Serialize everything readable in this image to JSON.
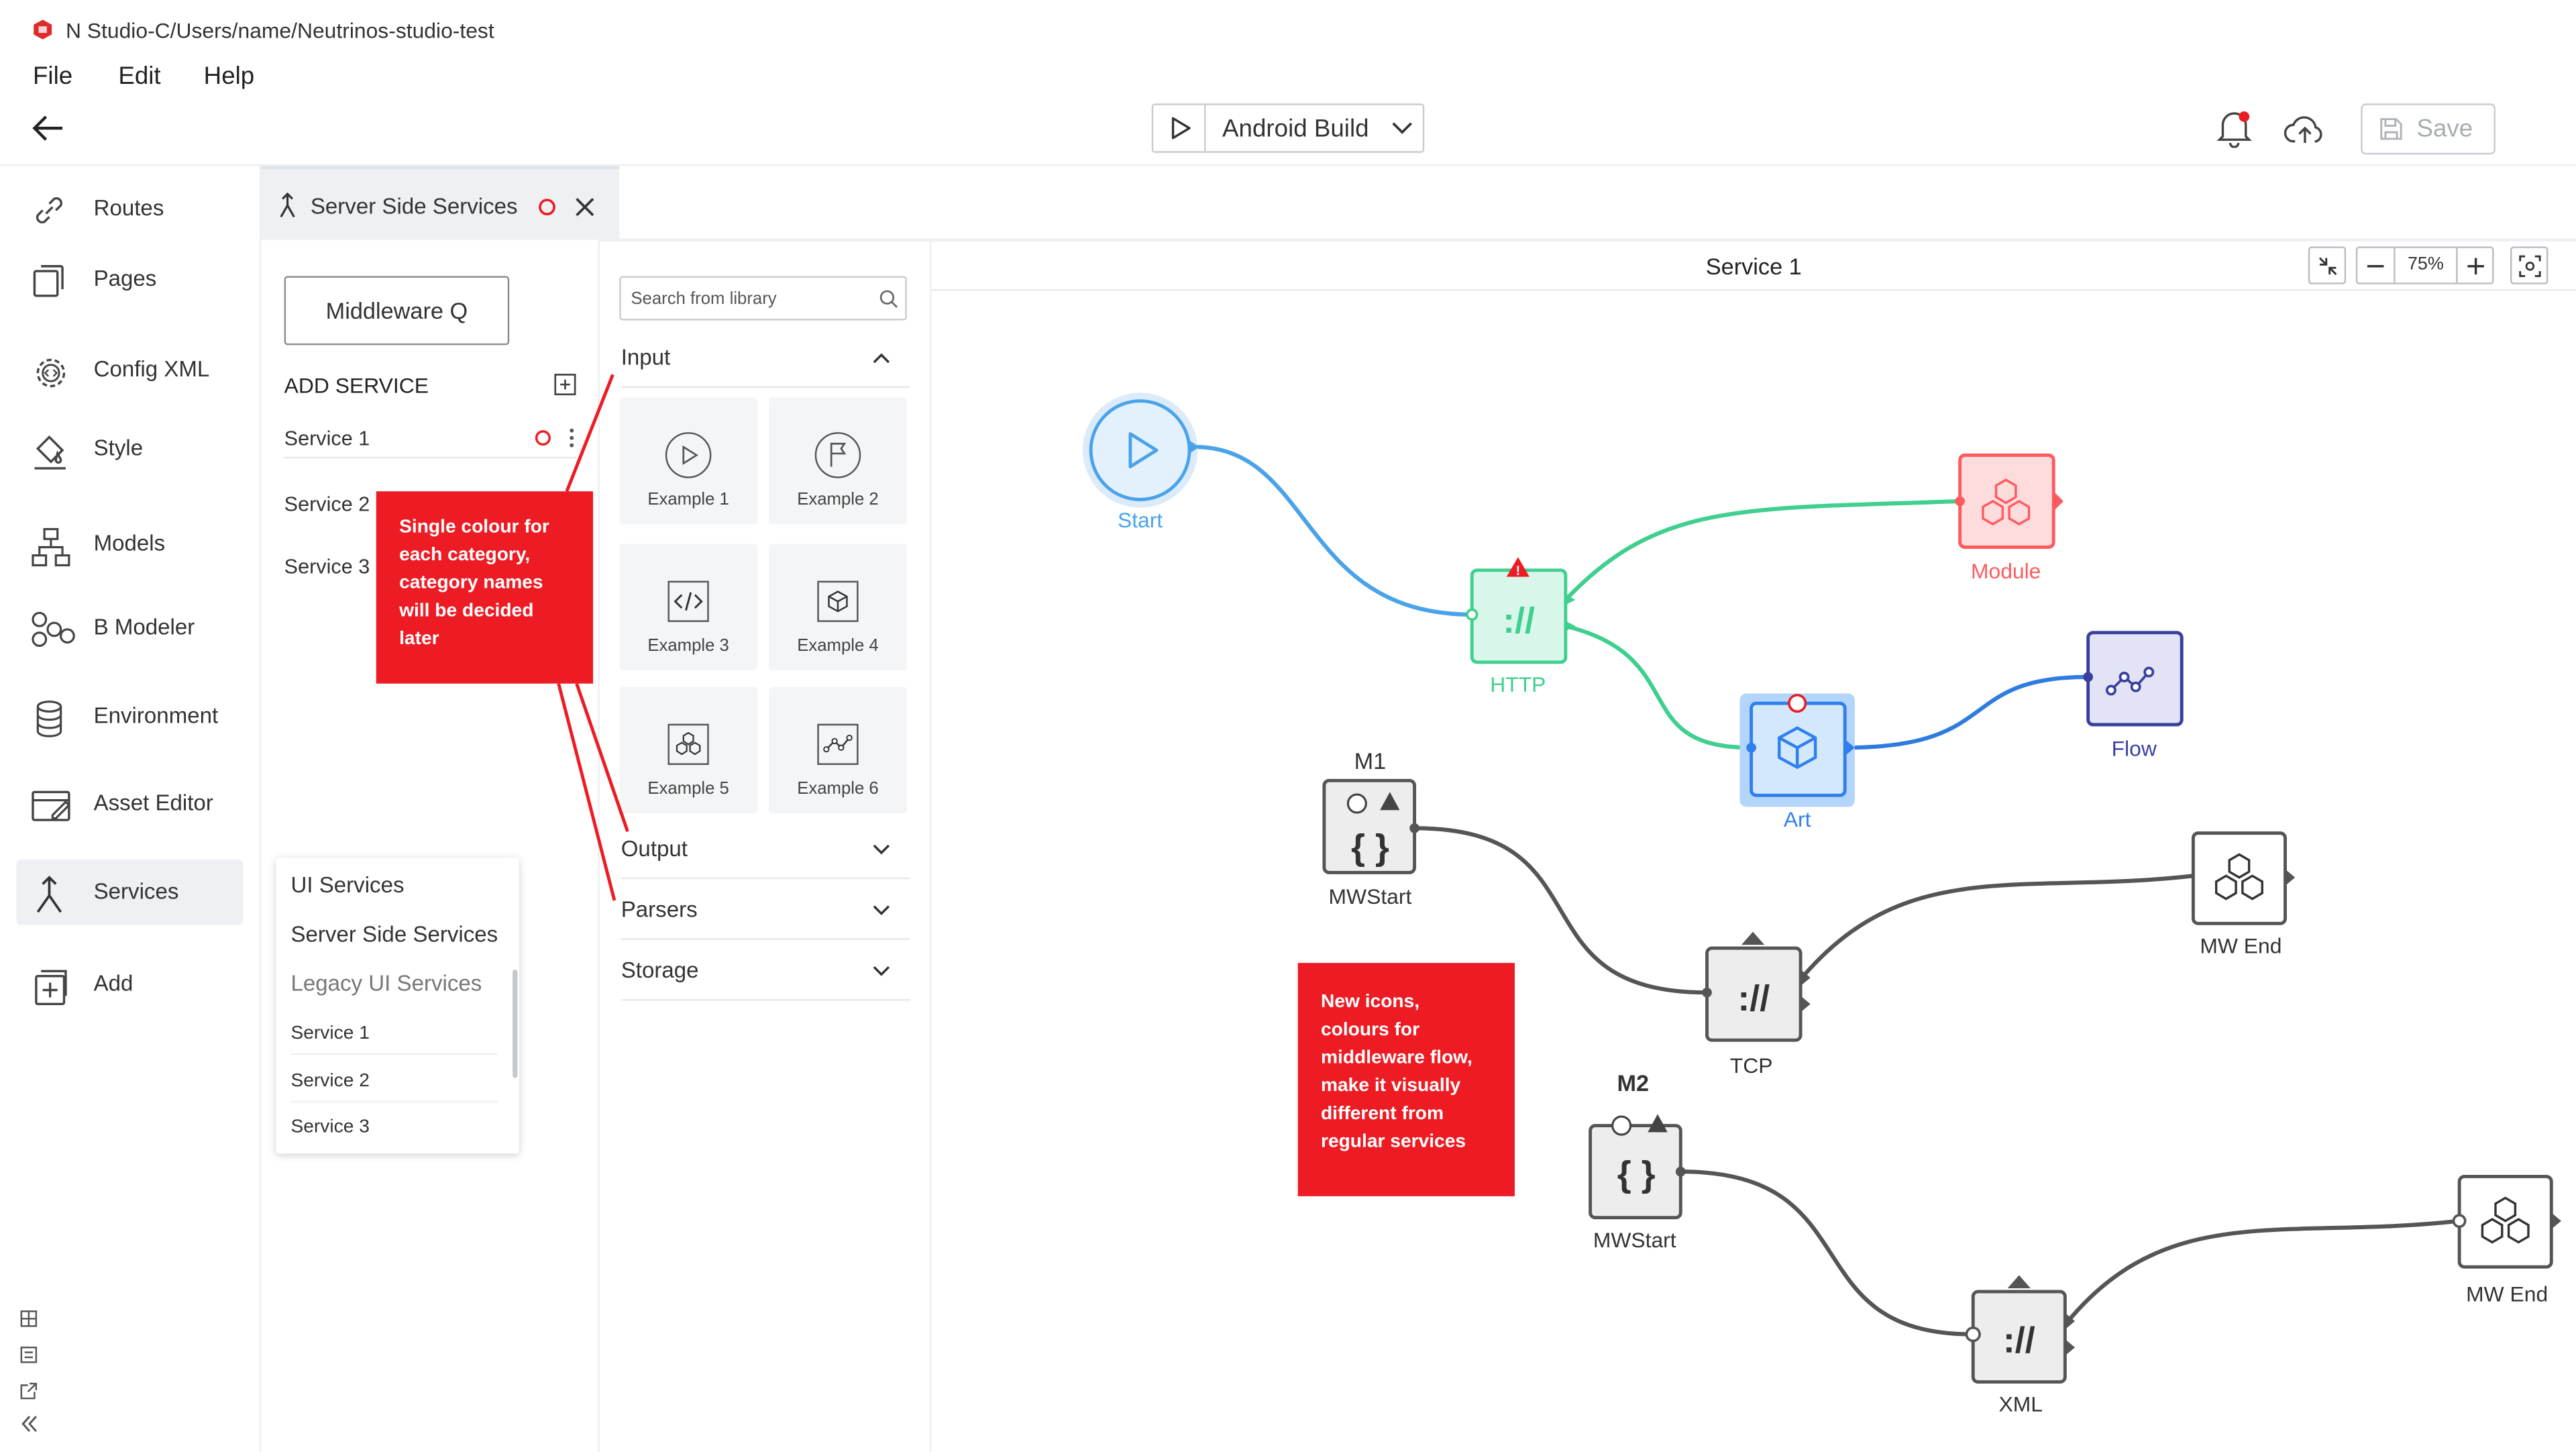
{
  "window": {
    "title": "N Studio-C/Users/name/Neutrinos-studio-test"
  },
  "menu": [
    "File",
    "Edit",
    "Help"
  ],
  "toolbar": {
    "build_label": "Android Build",
    "save_label": "Save"
  },
  "sidebar": {
    "items": [
      {
        "label": "Routes",
        "icon": "link-icon"
      },
      {
        "label": "Pages",
        "icon": "pages-icon"
      },
      {
        "label": "Config XML",
        "icon": "gear-code-icon"
      },
      {
        "label": "Style",
        "icon": "paint-bucket-icon"
      },
      {
        "label": "Models",
        "icon": "hierarchy-icon"
      },
      {
        "label": "B Modeler",
        "icon": "molecule-icon"
      },
      {
        "label": "Environment",
        "icon": "database-icon"
      },
      {
        "label": "Asset Editor",
        "icon": "image-edit-icon"
      },
      {
        "label": "Services",
        "icon": "merge-arrow-icon"
      },
      {
        "label": "Add",
        "icon": "add-page-icon"
      }
    ]
  },
  "panel": {
    "tab_label": "Server Side Services",
    "middleware_button": "Middleware Q",
    "add_service_label": "ADD SERVICE",
    "services": [
      "Service 1",
      "Service 2",
      "Service 3"
    ]
  },
  "dropdown": {
    "items": [
      "UI Services",
      "Server Side Services",
      "Legacy UI Services"
    ],
    "sub_items": [
      "Service 1",
      "Service 2",
      "Service 3"
    ]
  },
  "library": {
    "search_placeholder": "Search from library",
    "categories": [
      "Input",
      "Output",
      "Parsers",
      "Storage"
    ],
    "tiles": [
      "Example 1",
      "Example 2",
      "Example 3",
      "Example 4",
      "Example 5",
      "Example 6"
    ]
  },
  "canvas": {
    "title": "Service 1",
    "zoom": "75%",
    "nodes": {
      "start": "Start",
      "http": "HTTP",
      "module": "Module",
      "art": "Art",
      "flow": "Flow",
      "m1": "M1",
      "mwstart1": "MWStart",
      "tcp": "TCP",
      "mwend1": "MW End",
      "m2": "M2",
      "mwstart2": "MWStart",
      "xml": "XML",
      "mwend2": "MW End"
    }
  },
  "notes": {
    "category": "Single colour for each category, category names will be decided later",
    "middleware": "New icons, colours for middleware flow, make it visually different from regular services"
  },
  "colors": {
    "accent_red": "#ed1c24",
    "start_blue": "#4aa3e8",
    "http_green": "#3fcf8e",
    "module_red": "#ff5a5f",
    "art_blue": "#2f80ed",
    "flow_navy": "#3a3f9e",
    "mw_gray": "#555555"
  }
}
